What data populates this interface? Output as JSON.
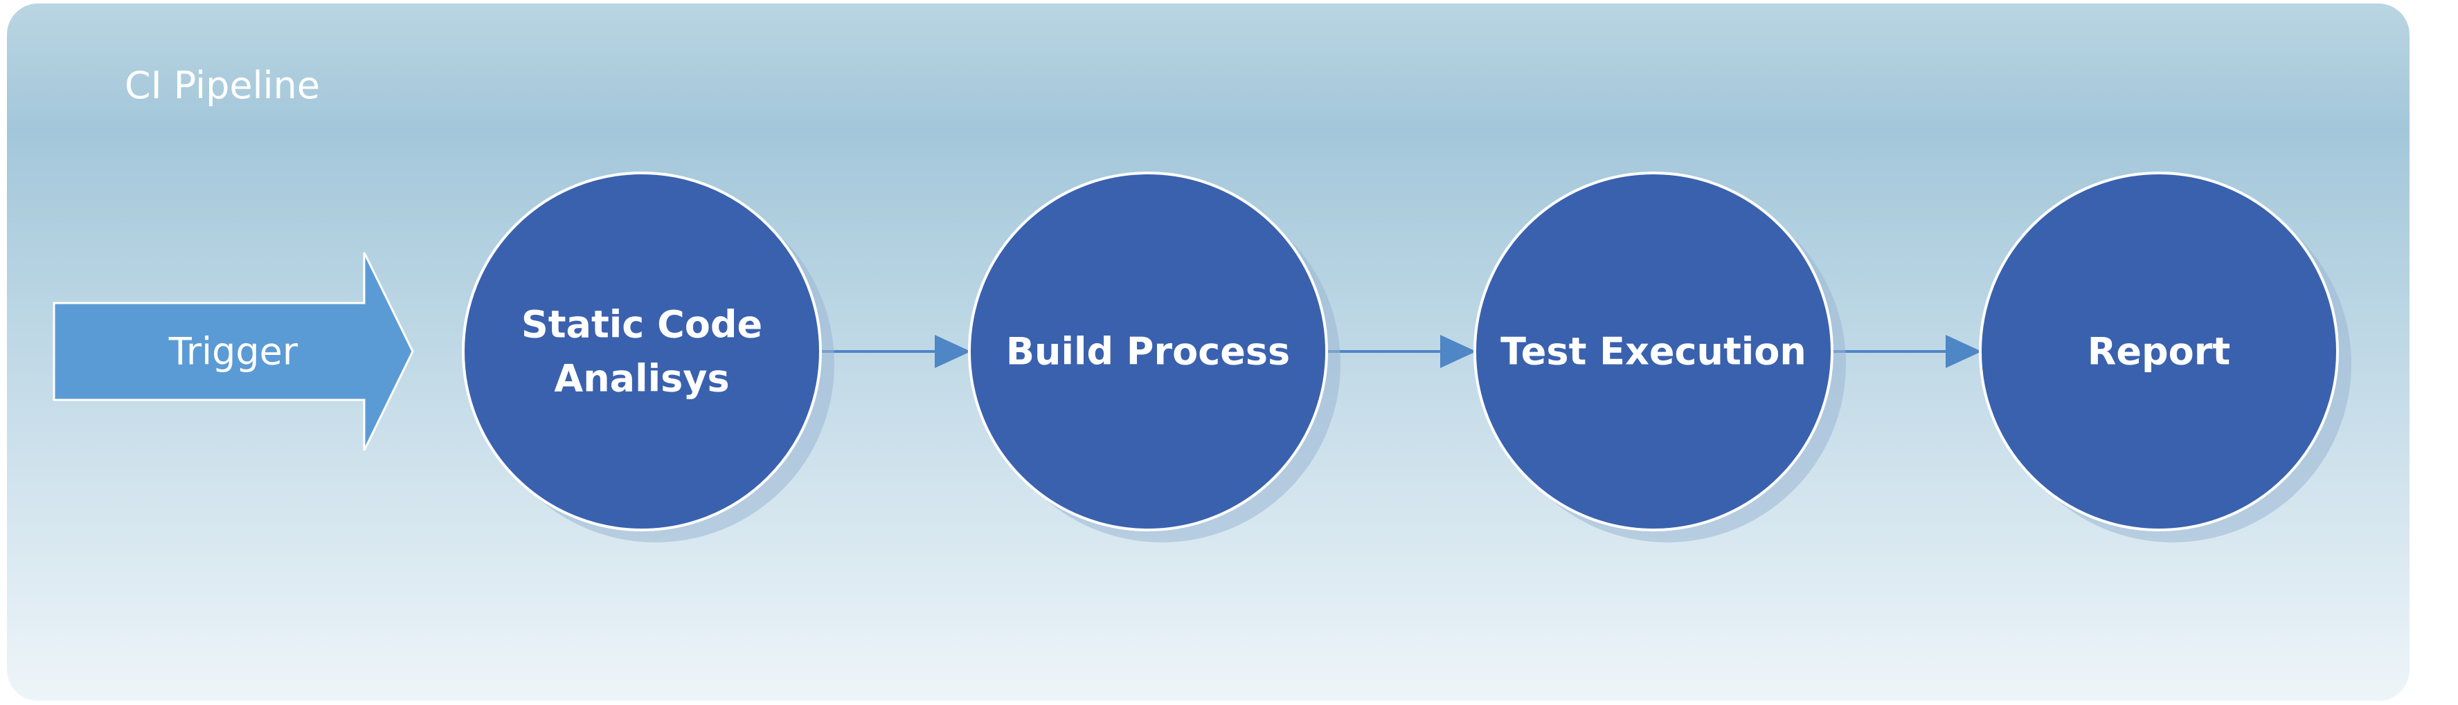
{
  "pipeline": {
    "title": "CI Pipeline"
  },
  "trigger": {
    "label": "Trigger"
  },
  "stages": [
    {
      "id": "static-code-analysis",
      "lines": [
        "Static Code",
        "Analisys"
      ]
    },
    {
      "id": "build-process",
      "lines": [
        "Build Process"
      ]
    },
    {
      "id": "test-execution",
      "lines": [
        "Test Execution"
      ]
    },
    {
      "id": "report",
      "lines": [
        "Report"
      ]
    }
  ],
  "colors": {
    "background_top": "#bad5e2",
    "background_mid": "#a3c7da",
    "background_bottom": "#eef5f9",
    "stage_fill": "#3a61ae",
    "stage_stroke": "#ffffff",
    "stage_shadow": "#9bb6d4",
    "trigger_fill": "#5b9bd5",
    "connector": "#4f86c6",
    "text": "#ffffff"
  }
}
